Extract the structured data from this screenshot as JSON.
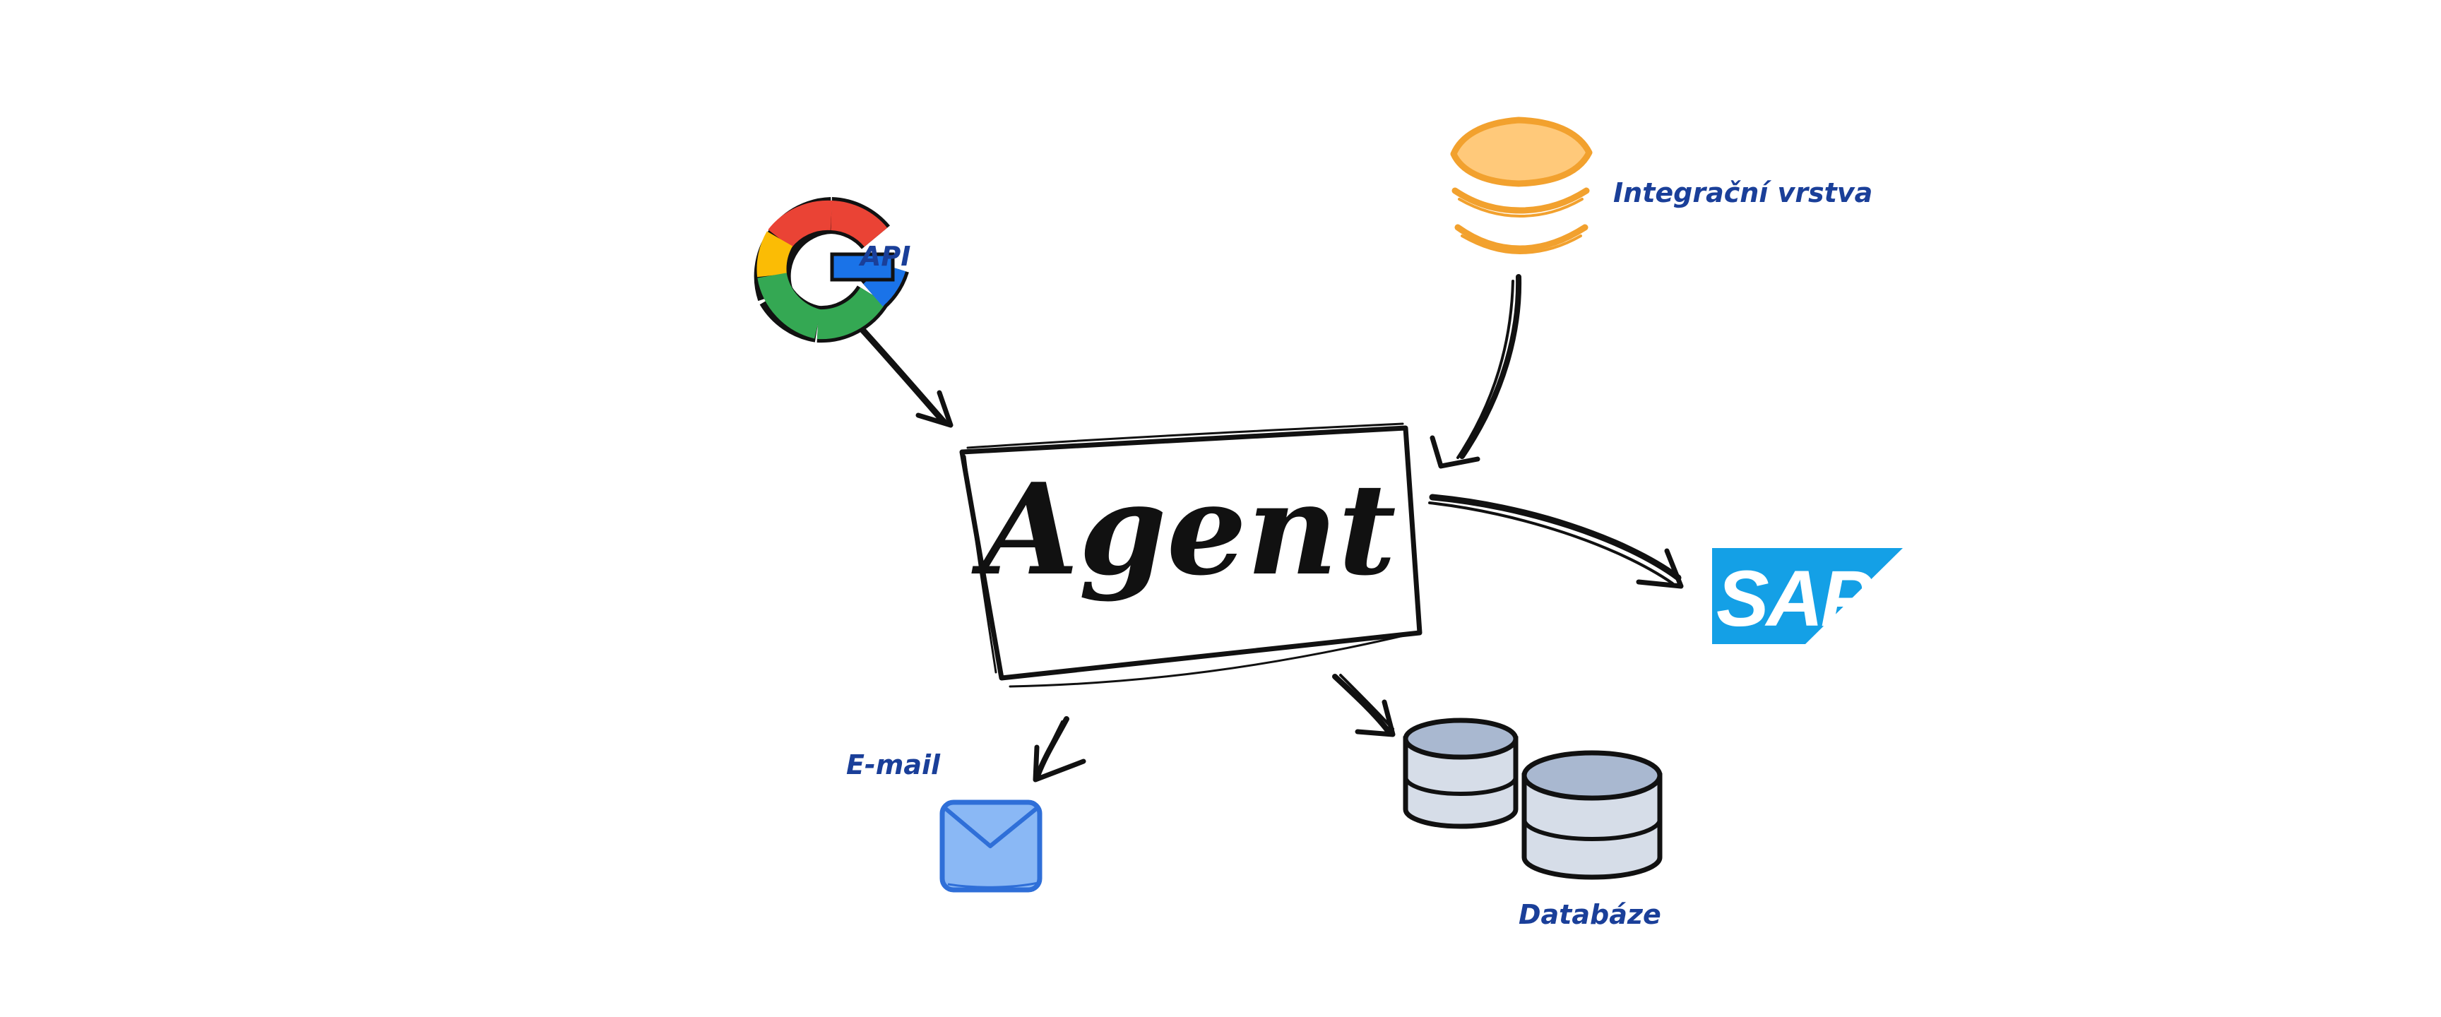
{
  "diagram": {
    "center_node": {
      "label": "Agent"
    },
    "nodes": {
      "google": {
        "label": "API",
        "icon": "google-g-icon"
      },
      "integration": {
        "label": "Integrační vrstva",
        "icon": "layers-icon"
      },
      "sap": {
        "logo_text": "SAP",
        "icon": "sap-logo"
      },
      "email": {
        "label": "E-mail",
        "icon": "envelope-icon"
      },
      "database": {
        "label": "Databáze",
        "icon": "database-icon"
      }
    },
    "edges": [
      {
        "from": "API",
        "to": "Agent"
      },
      {
        "from": "Integrační vrstva",
        "to": "Agent"
      },
      {
        "from": "Agent",
        "to": "SAP"
      },
      {
        "from": "Agent",
        "to": "E-mail"
      },
      {
        "from": "Agent",
        "to": "Databáze"
      }
    ]
  },
  "colors": {
    "label_blue": "#1a3f99",
    "ink": "#111111",
    "google_red": "#ea4335",
    "google_yellow": "#fbbc05",
    "google_green": "#34a853",
    "google_blue": "#1a73e8",
    "layers_orange": "#f2a12e",
    "layers_fill": "#ffc97a",
    "sap_blue": "#14a0e6",
    "email_blue": "#8ab8f5",
    "db_fill": "#a9b8d0",
    "db_body": "#d6dde8"
  }
}
